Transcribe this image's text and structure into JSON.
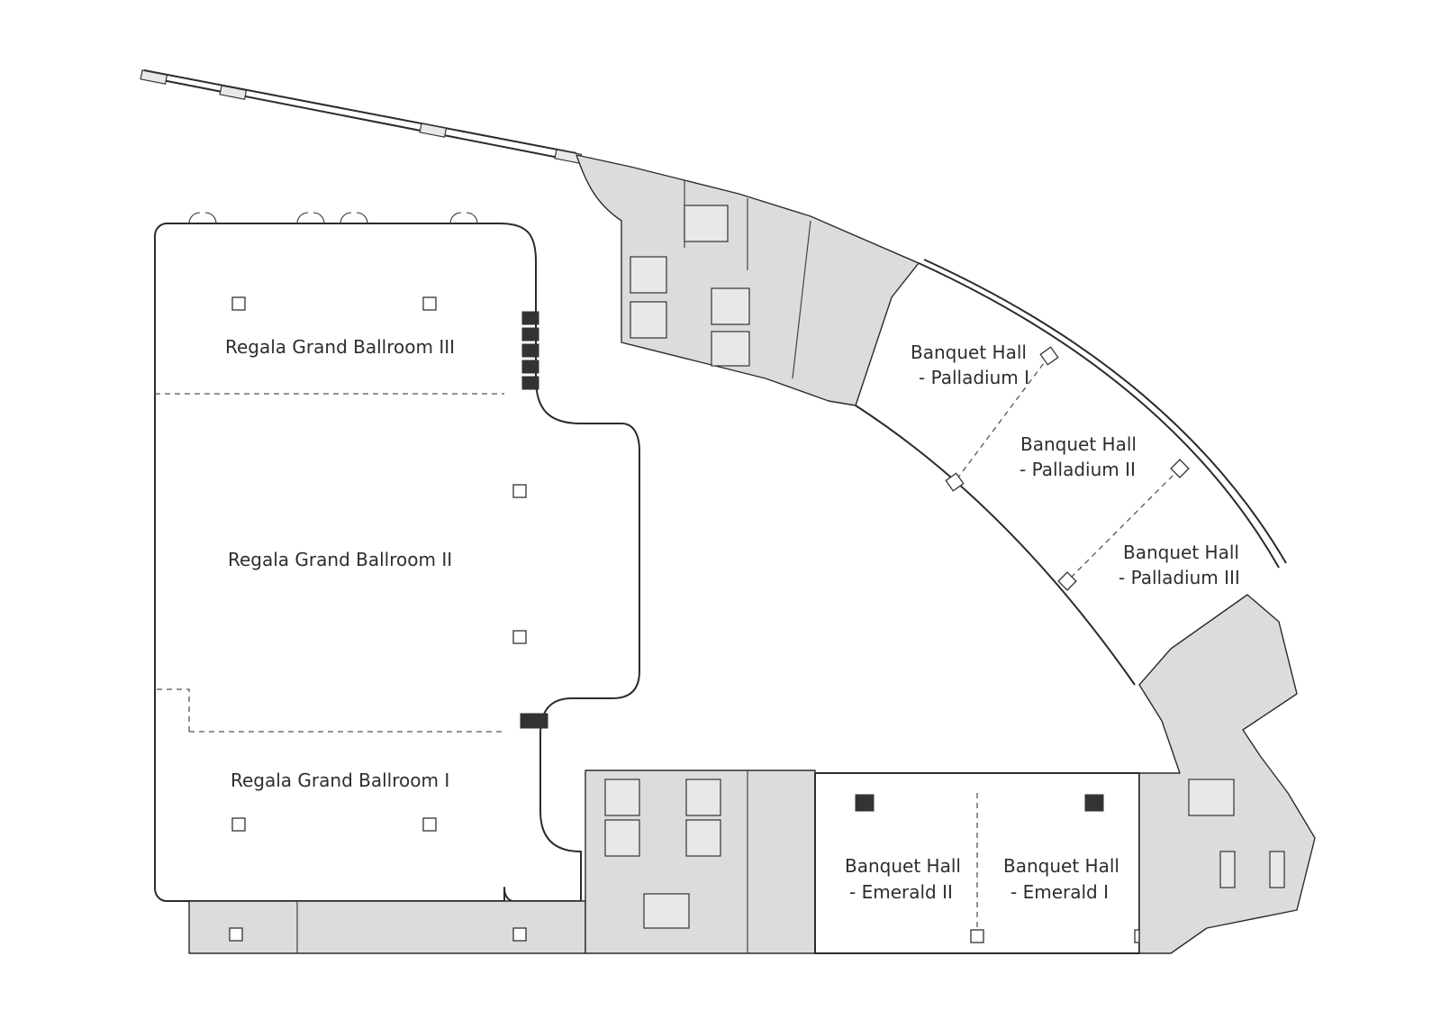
{
  "rooms": {
    "ballroom_3": "Regala Grand Ballroom  III",
    "ballroom_2": "Regala Grand Ballroom  II",
    "ballroom_1": "Regala Grand Ballroom  I",
    "palladium_1": {
      "line1": "Banquet Hall",
      "line2": "- Palladium  I"
    },
    "palladium_2": {
      "line1": "Banquet Hall",
      "line2": "- Palladium  II"
    },
    "palladium_3": {
      "line1": "Banquet Hall",
      "line2": "- Palladium  III"
    },
    "emerald_2": {
      "line1": "Banquet Hall",
      "line2": "- Emerald  II"
    },
    "emerald_1": {
      "line1": "Banquet Hall",
      "line2": "- Emerald  I"
    }
  },
  "colors": {
    "wall": "#2b2b2b",
    "service_area": "#dcdcdc",
    "background": "#ffffff"
  }
}
